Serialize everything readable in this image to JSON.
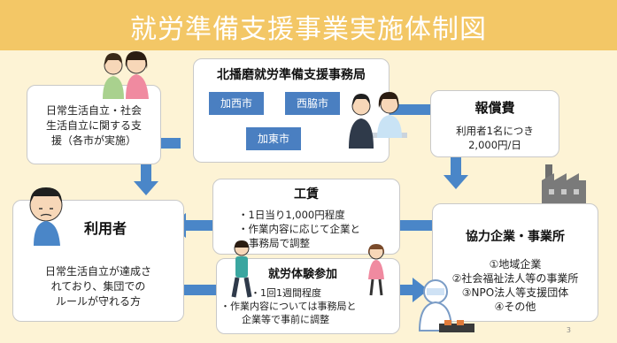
{
  "title": "就労準備支援事業実施体制図",
  "office": {
    "title": "北播磨就労準備支援事務局",
    "cities": [
      "加西市",
      "西脇市",
      "加東市"
    ]
  },
  "support": {
    "lines": [
      "日常生活自立・社会",
      "生活自立に関する支",
      "援（各市が実施）"
    ]
  },
  "reward": {
    "title": "報償費",
    "lines": [
      "利用者1名につき",
      "2,000円/日"
    ]
  },
  "wage": {
    "title": "工賃",
    "lines": [
      "・1日当り1,000円程度",
      "・作業内容に応じて企業と",
      "事務局で調整"
    ]
  },
  "user": {
    "title": "利用者",
    "lines": [
      "日常生活自立が達成さ",
      "れており、集団での",
      "ルールが守れる方"
    ]
  },
  "experience": {
    "title": "就労体験参加",
    "lines": [
      "・1回1週間程度",
      "・作業内容については事務局と",
      "企業等で事前に調整"
    ]
  },
  "partner": {
    "title": "協力企業・事業所",
    "lines": [
      "①地域企業",
      "②社会福祉法人等の事業所",
      "③NPO法人等支援団体",
      "④その他"
    ]
  },
  "page_number": "3",
  "colors": {
    "title_bar": "#f3c766",
    "background": "#fdf3d5",
    "arrow": "#4a86c8",
    "city_box": "#4a7fc1"
  }
}
